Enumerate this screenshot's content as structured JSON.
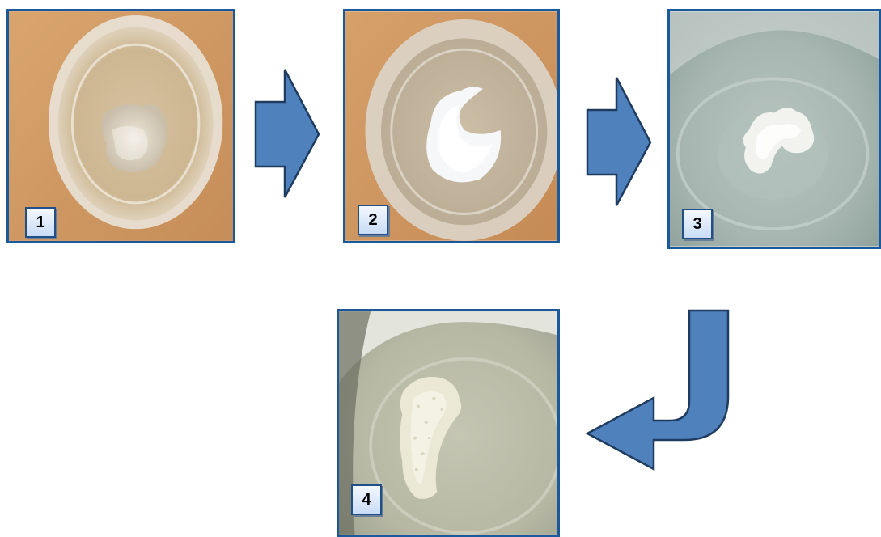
{
  "steps": [
    {
      "label": "1"
    },
    {
      "label": "2"
    },
    {
      "label": "3"
    },
    {
      "label": "4"
    }
  ],
  "colors": {
    "frame_border": "#1a5a9c",
    "arrow_fill": "#4f81bd",
    "arrow_stroke": "#1f3b5f",
    "badge_border": "#1f4f86"
  }
}
